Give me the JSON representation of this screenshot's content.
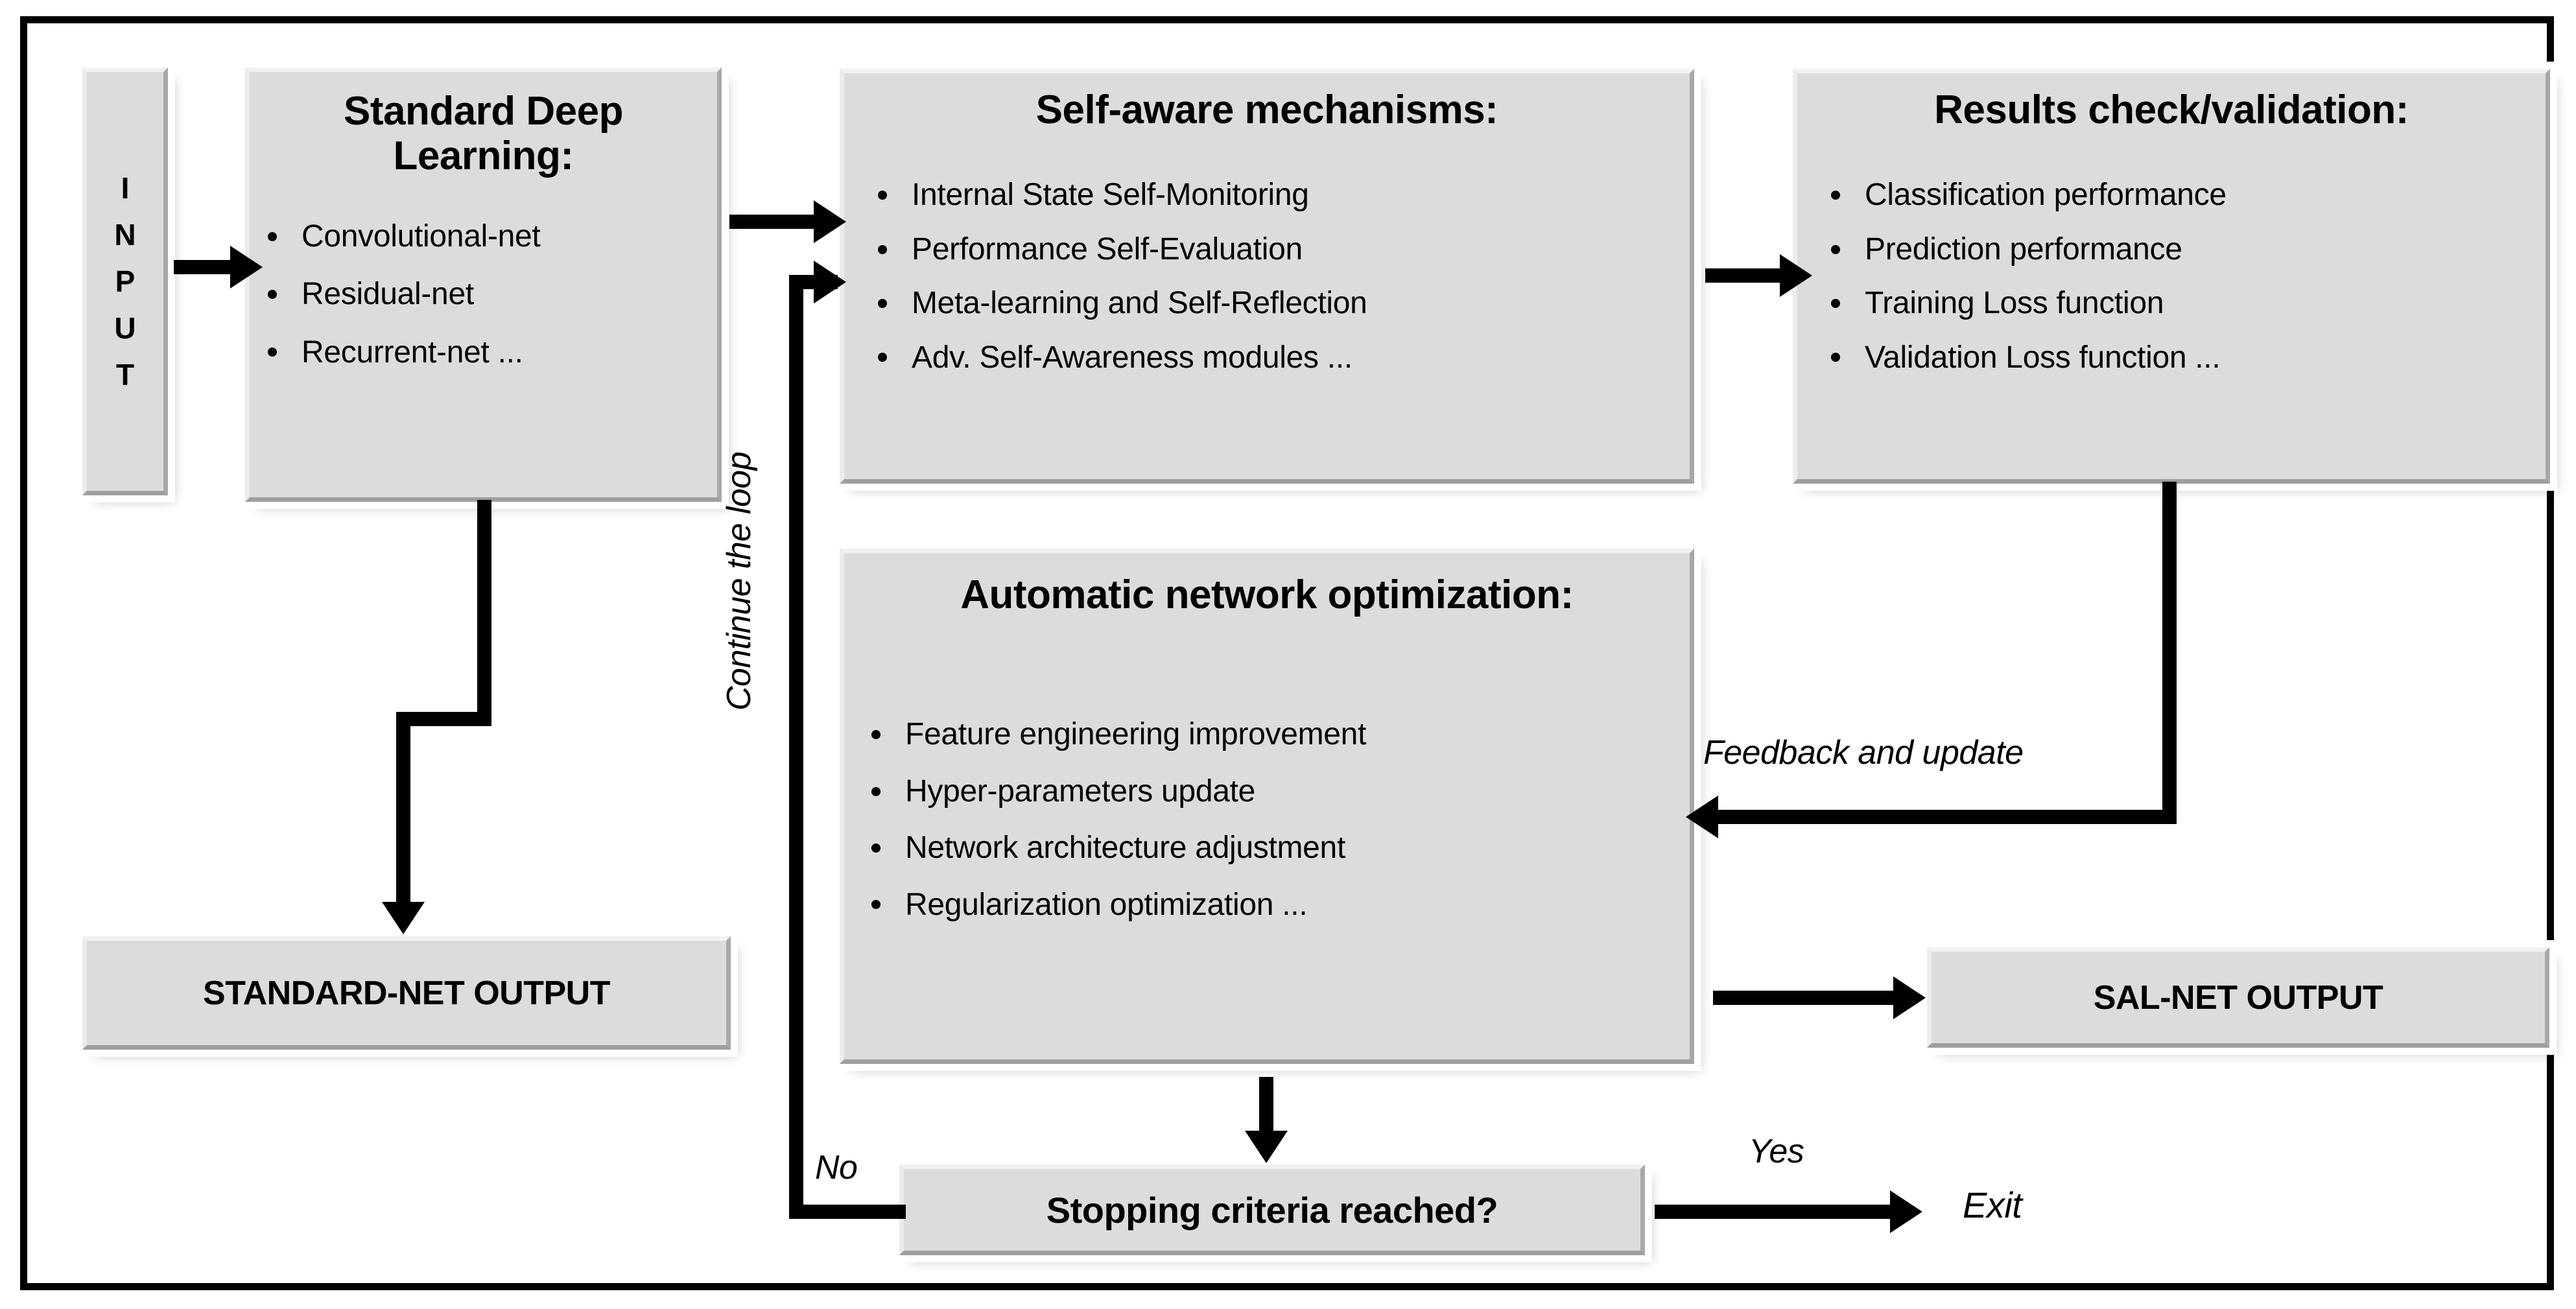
{
  "diagram": {
    "title": "SAL-NET self-aware deep learning flowchart",
    "colors": {
      "box_fill": "#dcdcdc",
      "frame": "#000000",
      "text": "#000000",
      "page_background": "#ffffff"
    }
  },
  "input_block": {
    "name": "INPUT",
    "letters": [
      "I",
      "N",
      "P",
      "U",
      "T"
    ]
  },
  "boxes": {
    "standard_deep_learning": {
      "title": "Standard Deep Learning:",
      "bullets": [
        "Convolutional-net",
        "Residual-net",
        "Recurrent-net ..."
      ]
    },
    "self_aware_mechanisms": {
      "title": "Self-aware mechanisms:",
      "bullets": [
        "Internal State Self-Monitoring",
        "Performance Self-Evaluation",
        "Meta-learning and Self-Reflection",
        "Adv. Self-Awareness modules ..."
      ]
    },
    "results_check_validation": {
      "title": "Results check/validation:",
      "bullets": [
        "Classification performance",
        "Prediction performance",
        "Training Loss function",
        "Validation Loss function ..."
      ]
    },
    "automatic_network_optimization": {
      "title": "Automatic network optimization:",
      "bullets": [
        "Feature engineering improvement",
        "Hyper-parameters update",
        "Network architecture adjustment",
        "Regularization optimization ..."
      ]
    },
    "standard_net_output": {
      "label": "STANDARD-NET OUTPUT"
    },
    "sal_net_output": {
      "label": "SAL-NET OUTPUT"
    },
    "stopping_criteria": {
      "label": "Stopping criteria reached?"
    }
  },
  "edge_labels": {
    "continue_loop": "Continue the loop",
    "feedback_and_update": "Feedback and update",
    "no": "No",
    "yes": "Yes",
    "exit": "Exit"
  }
}
